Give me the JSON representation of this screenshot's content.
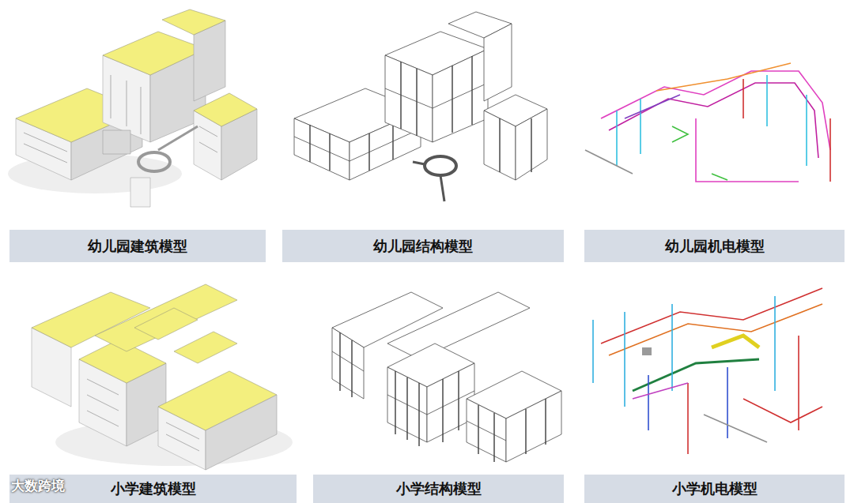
{
  "diagram": {
    "nodes": [
      {
        "text": [
          "幼儿园建筑模型"
        ]
      },
      {
        "text": [
          "幼儿园结构模型"
        ]
      },
      {
        "text": [
          "幼儿园机电模型"
        ]
      },
      {
        "text": [
          "小学建筑模型"
        ]
      },
      {
        "text": [
          "小学结构模型"
        ]
      },
      {
        "text": [
          "小学机电模型"
        ]
      }
    ],
    "labels": [
      "大数跨境"
    ]
  }
}
